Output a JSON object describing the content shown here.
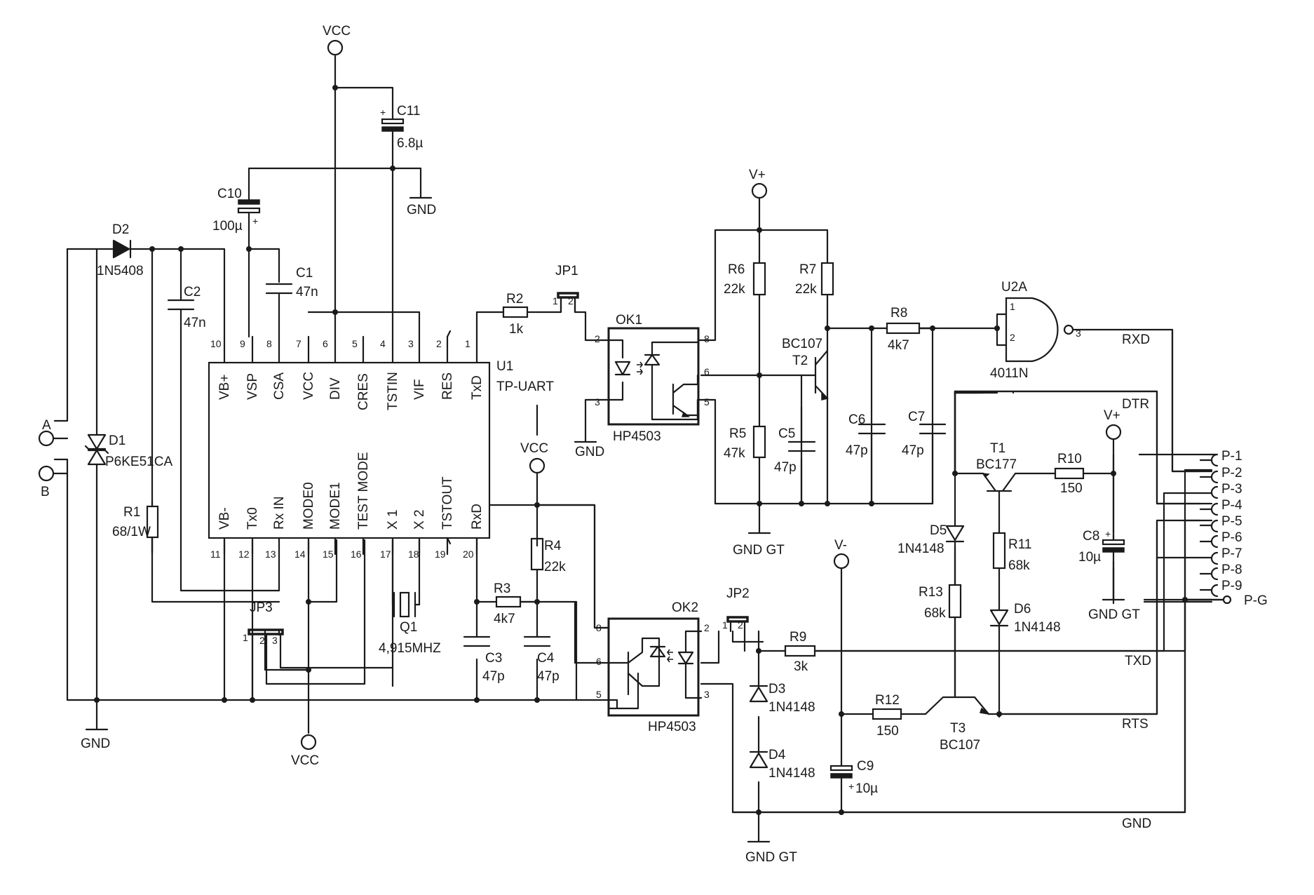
{
  "power": {
    "vcc": "VCC",
    "gnd": "GND",
    "vplus": "V+",
    "vminus": "V-",
    "gndgt": "GND GT"
  },
  "u1": {
    "ref": "U1",
    "type": "TP-UART",
    "top_pins": [
      {
        "num": "10",
        "name": "VB+"
      },
      {
        "num": "9",
        "name": "VSP"
      },
      {
        "num": "8",
        "name": "CSA"
      },
      {
        "num": "7",
        "name": "VCC"
      },
      {
        "num": "6",
        "name": "DIV"
      },
      {
        "num": "5",
        "name": "CRES"
      },
      {
        "num": "4",
        "name": "TSTIN"
      },
      {
        "num": "3",
        "name": "VIF"
      },
      {
        "num": "2",
        "name": "RES"
      },
      {
        "num": "1",
        "name": "TxD"
      }
    ],
    "bottom_pins": [
      {
        "num": "11",
        "name": "VB-"
      },
      {
        "num": "12",
        "name": "Tx0"
      },
      {
        "num": "13",
        "name": "Rx IN"
      },
      {
        "num": "14",
        "name": "MODE0"
      },
      {
        "num": "15",
        "name": "MODE1"
      },
      {
        "num": "16",
        "name": "TEST MODE"
      },
      {
        "num": "17",
        "name": "X 1"
      },
      {
        "num": "18",
        "name": "X 2"
      },
      {
        "num": "19",
        "name": "TSTOUT"
      },
      {
        "num": "20",
        "name": "RxD"
      }
    ]
  },
  "components": {
    "c11": {
      "ref": "C11",
      "value": "6.8µ",
      "plus": "+"
    },
    "c10": {
      "ref": "C10",
      "value": "100µ",
      "plus": "+"
    },
    "c1": {
      "ref": "C1",
      "value": "47n"
    },
    "c2": {
      "ref": "C2",
      "value": "47n"
    },
    "d2": {
      "ref": "D2",
      "value": "1N5408"
    },
    "d1": {
      "ref": "D1",
      "value": "P6KE51CA"
    },
    "r1": {
      "ref": "R1",
      "value": "68/1W"
    },
    "r2": {
      "ref": "R2",
      "value": "1k"
    },
    "jp1": {
      "ref": "JP1",
      "p1": "1",
      "p2": "2"
    },
    "jp2": {
      "ref": "JP2",
      "p1": "1",
      "p2": "2"
    },
    "jp3": {
      "ref": "JP3",
      "p1": "1",
      "p2": "2",
      "p3": "3"
    },
    "ok1": {
      "ref": "OK1",
      "type": "HP4503",
      "p2": "2",
      "p3": "3",
      "p5": "5",
      "p6": "6",
      "p8": "8"
    },
    "ok2": {
      "ref": "OK2",
      "type": "HP4503",
      "p2": "2",
      "p3": "3",
      "p5": "5",
      "p6": "6",
      "p8": "8"
    },
    "r6": {
      "ref": "R6",
      "value": "22k"
    },
    "r7": {
      "ref": "R7",
      "value": "22k"
    },
    "r5": {
      "ref": "R5",
      "value": "47k"
    },
    "c5": {
      "ref": "C5",
      "value": "47p"
    },
    "t2": {
      "ref": "T2",
      "type": "BC107"
    },
    "r8": {
      "ref": "R8",
      "value": "4k7"
    },
    "c6": {
      "ref": "C6",
      "value": "47p"
    },
    "c7": {
      "ref": "C7",
      "value": "47p"
    },
    "u2a": {
      "ref": "U2A",
      "type": "4011N",
      "p1": "1",
      "p2": "2",
      "p3": "3"
    },
    "r4": {
      "ref": "R4",
      "value": "22k"
    },
    "r3": {
      "ref": "R3",
      "value": "4k7"
    },
    "c3": {
      "ref": "C3",
      "value": "47p"
    },
    "c4": {
      "ref": "C4",
      "value": "47p"
    },
    "q1": {
      "ref": "Q1",
      "value": "4,915MHZ"
    },
    "t1": {
      "ref": "T1",
      "type": "BC177"
    },
    "r10": {
      "ref": "R10",
      "value": "150"
    },
    "r11": {
      "ref": "R11",
      "value": "68k"
    },
    "r13": {
      "ref": "R13",
      "value": "68k"
    },
    "d5": {
      "ref": "D5",
      "value": "1N4148"
    },
    "d6": {
      "ref": "D6",
      "value": "1N4148"
    },
    "c8": {
      "ref": "C8",
      "value": "10µ",
      "plus": "+"
    },
    "r9": {
      "ref": "R9",
      "value": "3k"
    },
    "d3": {
      "ref": "D3",
      "value": "1N4148"
    },
    "d4": {
      "ref": "D4",
      "value": "1N4148"
    },
    "r12": {
      "ref": "R12",
      "value": "150"
    },
    "t3": {
      "ref": "T3",
      "type": "BC107"
    },
    "c9": {
      "ref": "C9",
      "value": "10µ",
      "plus": "+"
    }
  },
  "terminals": {
    "a": "A",
    "b": "B"
  },
  "signals": {
    "rxd": "RXD",
    "dtr": "DTR",
    "txd": "TXD",
    "rts": "RTS",
    "gnd": "GND"
  },
  "connector": [
    "P-1",
    "P-2",
    "P-3",
    "P-4",
    "P-5",
    "P-6",
    "P-7",
    "P-8",
    "P-9"
  ],
  "pg": "P-G"
}
